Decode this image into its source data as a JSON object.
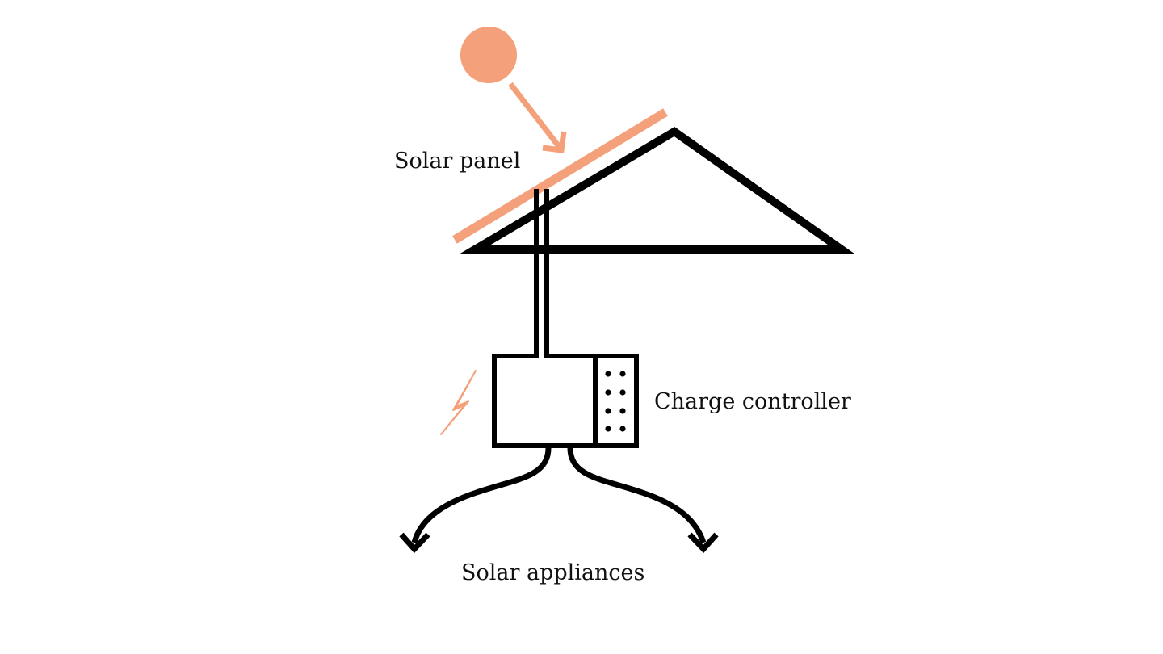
{
  "labels": {
    "solar_panel": "Solar panel",
    "charge_controller": "Charge controller",
    "solar_appliances": "Solar appliances"
  },
  "colors": {
    "accent": "#f4a07a",
    "stroke": "#000000",
    "background": "#ffffff"
  },
  "icons": [
    "sun-icon",
    "lightning-bolt-icon",
    "house-roof-icon",
    "arrow-down-icon"
  ]
}
